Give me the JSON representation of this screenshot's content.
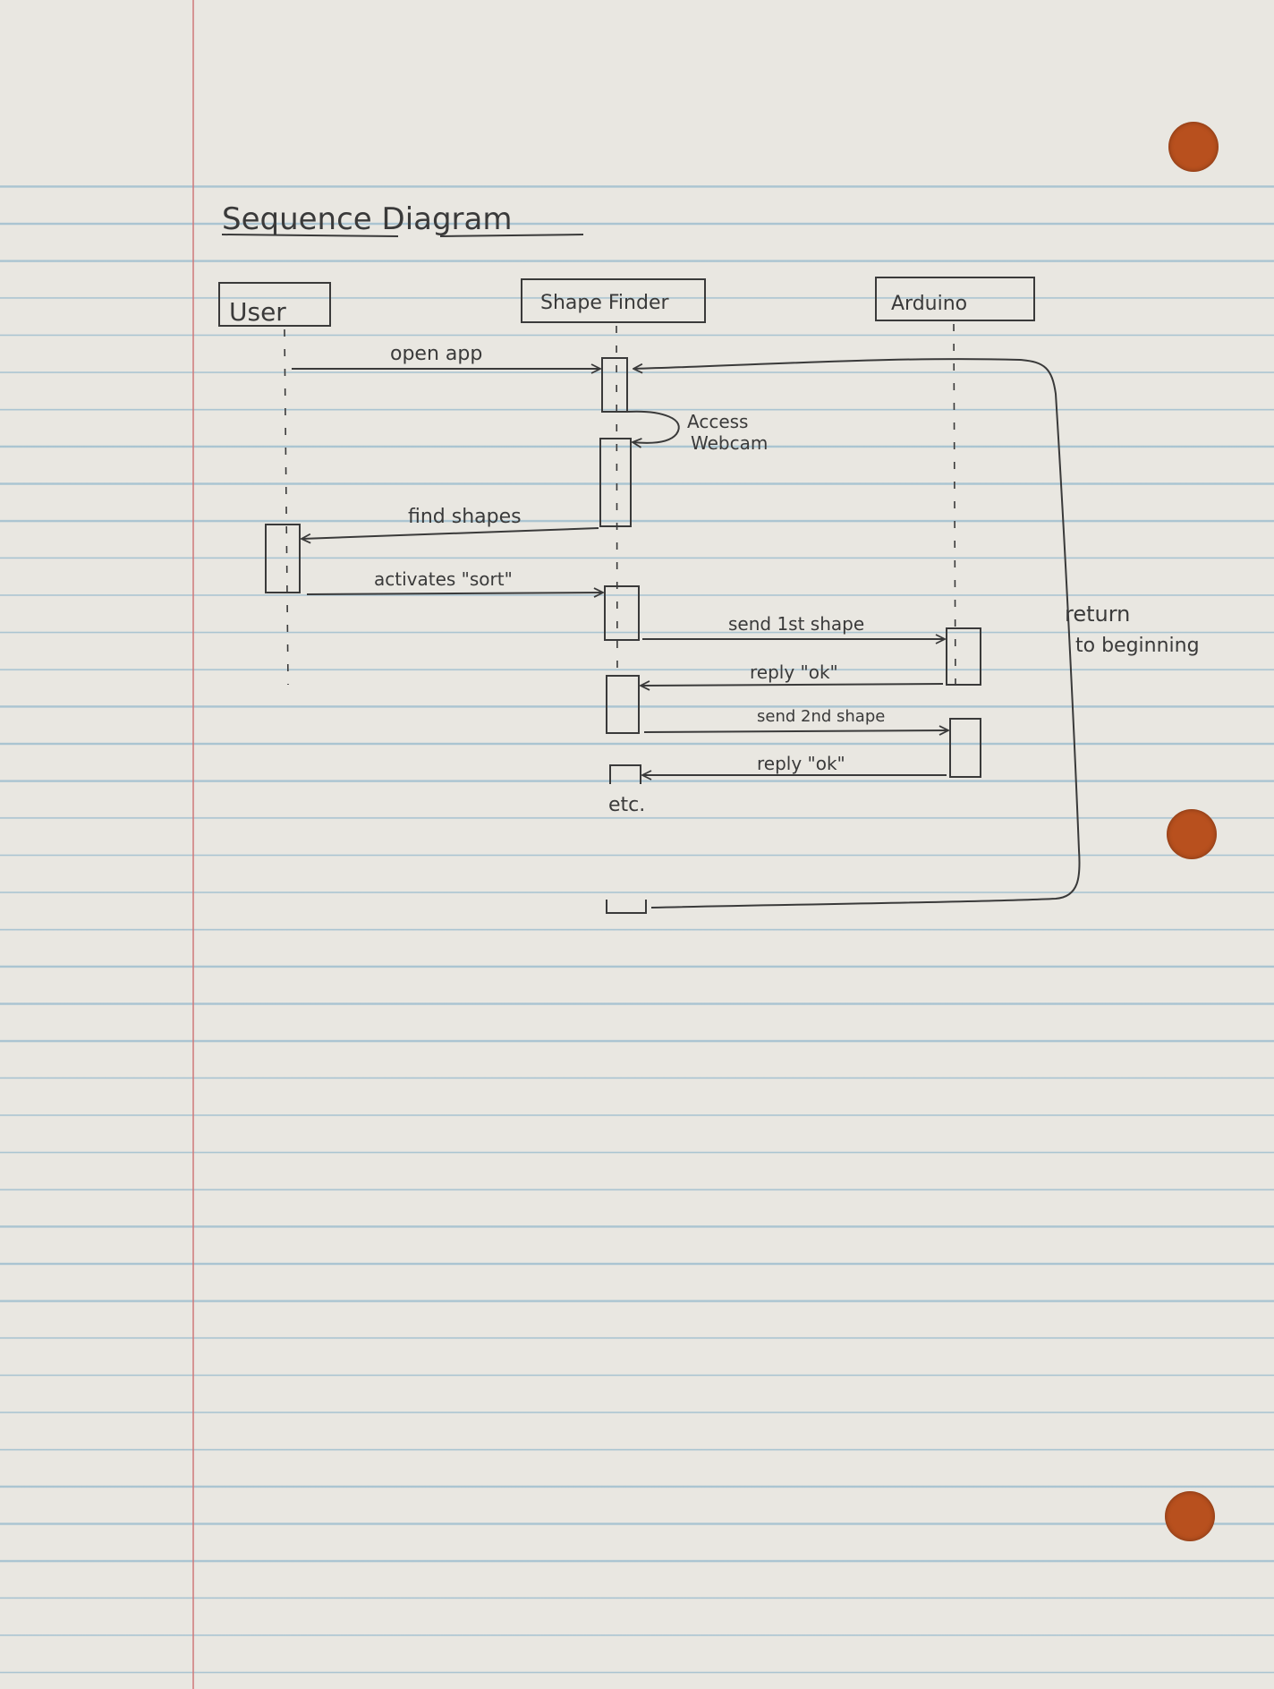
{
  "title": "Sequence Diagram",
  "lifelines": [
    {
      "id": "user",
      "label": "User"
    },
    {
      "id": "shape-finder",
      "label": "Shape Finder"
    },
    {
      "id": "arduino",
      "label": "Arduino"
    }
  ],
  "messages": [
    {
      "from": "user",
      "to": "shape-finder",
      "label": "open app"
    },
    {
      "from": "shape-finder",
      "to": "shape-finder",
      "label": "Access Webcam"
    },
    {
      "from": "shape-finder",
      "to": "user",
      "label": "find shapes"
    },
    {
      "from": "user",
      "to": "shape-finder",
      "label": "activates \"sort\""
    },
    {
      "from": "shape-finder",
      "to": "arduino",
      "label": "send 1st shape"
    },
    {
      "from": "arduino",
      "to": "shape-finder",
      "label": "reply \"ok\""
    },
    {
      "from": "shape-finder",
      "to": "arduino",
      "label": "send 2nd shape"
    },
    {
      "from": "arduino",
      "to": "shape-finder",
      "label": "reply \"ok\""
    }
  ],
  "self_call_label": {
    "line1": "Access",
    "line2": "Webcam"
  },
  "continuation": "etc.",
  "loop_label": {
    "line1": "return",
    "line2": "to beginning"
  },
  "colors": {
    "ink": "#3a3a3a",
    "rule": "#76a8c4",
    "margin": "#cd7878",
    "hole": "#b8501e"
  }
}
